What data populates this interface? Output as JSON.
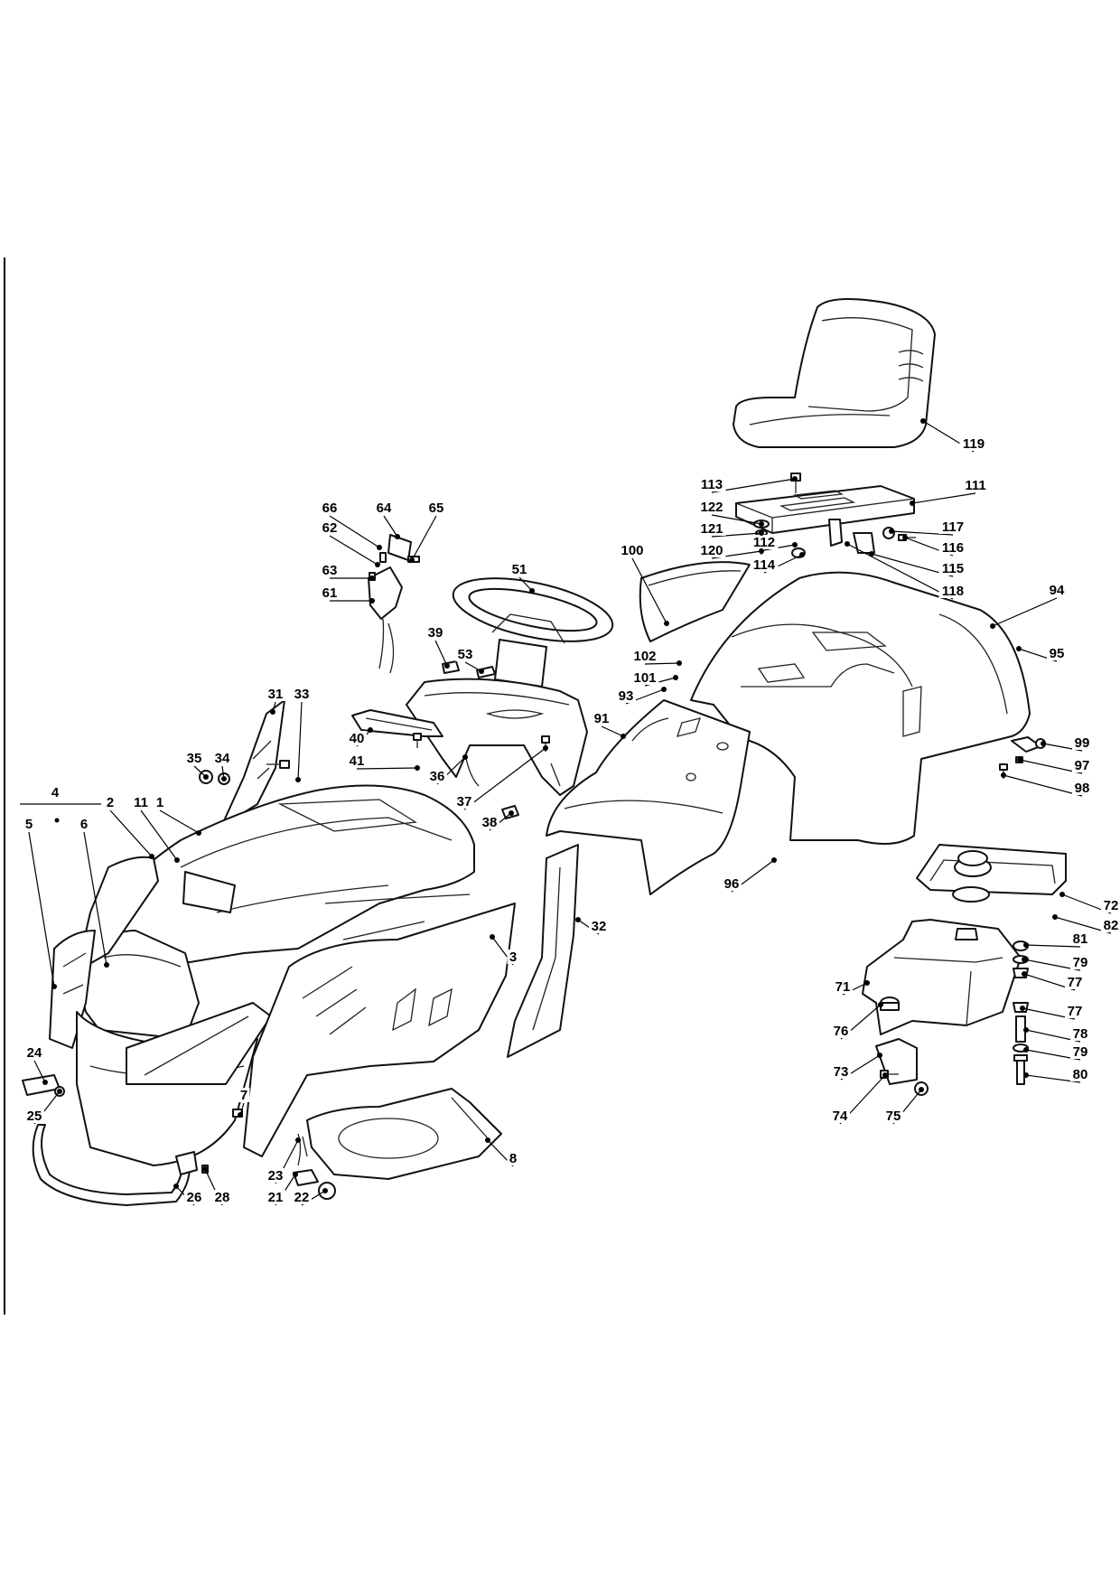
{
  "diagram": {
    "group_bracket": {
      "label": "4",
      "members": [
        "5",
        "6"
      ]
    },
    "callouts": {
      "c1": "1",
      "c2": "2",
      "c3": "3",
      "c4": "4",
      "c5": "5",
      "c6": "6",
      "c7": "7",
      "c8": "8",
      "c11": "11",
      "c21": "21",
      "c22": "22",
      "c23": "23",
      "c24": "24",
      "c25": "25",
      "c26": "26",
      "c28": "28",
      "c31": "31",
      "c32": "32",
      "c33": "33",
      "c34": "34",
      "c35": "35",
      "c36": "36",
      "c37": "37",
      "c38": "38",
      "c39": "39",
      "c40": "40",
      "c41": "41",
      "c51": "51",
      "c53": "53",
      "c61": "61",
      "c62": "62",
      "c63": "63",
      "c64": "64",
      "c65": "65",
      "c66": "66",
      "c71": "71",
      "c72": "72",
      "c73": "73",
      "c74": "74",
      "c75": "75",
      "c76": "76",
      "c77a": "77",
      "c77b": "77",
      "c78": "78",
      "c79a": "79",
      "c79b": "79",
      "c80": "80",
      "c81": "81",
      "c82": "82",
      "c91": "91",
      "c93": "93",
      "c94": "94",
      "c95": "95",
      "c96": "96",
      "c97": "97",
      "c98": "98",
      "c99": "99",
      "c100": "100",
      "c101": "101",
      "c102": "102",
      "c111": "111",
      "c112": "112",
      "c113": "113",
      "c114": "114",
      "c115": "115",
      "c116": "116",
      "c117": "117",
      "c118": "118",
      "c119": "119",
      "c120": "120",
      "c121": "121",
      "c122": "122"
    }
  }
}
